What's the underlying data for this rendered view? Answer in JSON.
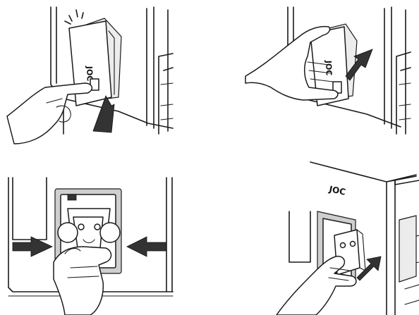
{
  "figure": {
    "panels": [
      {
        "logo_text": "JOC"
      },
      {
        "logo_text": "JOC"
      },
      {},
      {
        "logo_text": "JOC"
      }
    ],
    "colors": {
      "line": "#1a1a1a",
      "arrow": "#333333",
      "background": "#ffffff"
    }
  }
}
